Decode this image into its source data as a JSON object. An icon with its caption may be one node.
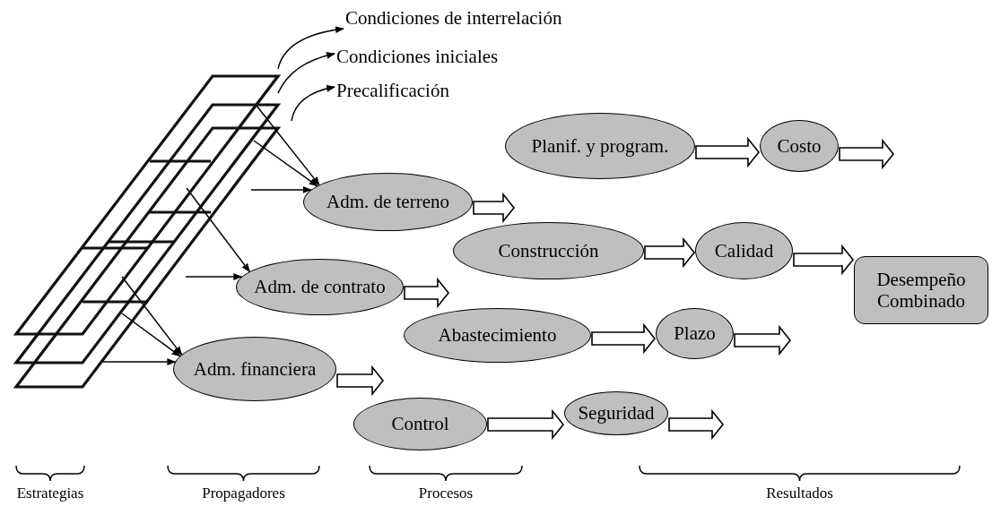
{
  "diagram": {
    "nodes": [
      {
        "text": [],
        "shape": "picture"
      },
      {
        "text": [
          "Condiciones de interrelación"
        ]
      },
      {
        "text": [
          "Condiciones iniciales"
        ]
      },
      {
        "text": [
          "Precalificación"
        ]
      },
      {
        "text": [
          "Planif. y program."
        ]
      },
      {
        "text": [
          "Costo"
        ]
      },
      {
        "text": [
          "Adm. de terreno"
        ]
      },
      {
        "text": [
          "Construcción"
        ]
      },
      {
        "text": [
          "Calidad"
        ]
      },
      {
        "text": [
          "Desempeño Combinado"
        ]
      },
      {
        "text": [
          "Adm. de contrato"
        ]
      },
      {
        "text": [
          "Abastecimiento"
        ]
      },
      {
        "text": [
          "Plazo"
        ]
      },
      {
        "text": [
          "Adm. financiera"
        ]
      },
      {
        "text": [
          "Control"
        ]
      },
      {
        "text": [
          "Seguridad"
        ]
      }
    ],
    "edges": [
      {
        "from": 0,
        "to": 1,
        "arrow": "to"
      },
      {
        "from": 0,
        "to": 2,
        "arrow": "to"
      },
      {
        "from": 0,
        "to": 3,
        "arrow": "to"
      },
      {
        "from": 0,
        "to": 6,
        "arrow": "to"
      },
      {
        "from": 0,
        "to": 6,
        "arrow": "to"
      },
      {
        "from": 0,
        "to": 6,
        "arrow": "to"
      },
      {
        "from": 0,
        "to": 10,
        "arrow": "to"
      },
      {
        "from": 0,
        "to": 10,
        "arrow": "to"
      },
      {
        "from": 0,
        "to": 13,
        "arrow": "to"
      },
      {
        "from": 0,
        "to": 13,
        "arrow": "to"
      },
      {
        "from": 0,
        "to": 13,
        "arrow": "to"
      },
      {
        "from": 4,
        "to": 5,
        "arrow": "to",
        "style": "thick"
      },
      {
        "from": 5,
        "to": null,
        "arrow": "to",
        "style": "thick"
      },
      {
        "from": 6,
        "to": null,
        "arrow": "to",
        "style": "thick"
      },
      {
        "from": 7,
        "to": 8,
        "arrow": "to",
        "style": "thick"
      },
      {
        "from": 8,
        "to": 9,
        "arrow": "to",
        "style": "thick"
      },
      {
        "from": 10,
        "to": null,
        "arrow": "to",
        "style": "thick"
      },
      {
        "from": 11,
        "to": 12,
        "arrow": "to",
        "style": "thick"
      },
      {
        "from": 12,
        "to": null,
        "arrow": "to",
        "style": "thick"
      },
      {
        "from": 13,
        "to": null,
        "arrow": "to",
        "style": "thick"
      },
      {
        "from": 14,
        "to": 15,
        "arrow": "to",
        "style": "thick"
      },
      {
        "from": 15,
        "to": null,
        "arrow": "to",
        "style": "thick"
      }
    ],
    "labels": [
      "Estrategias",
      "Propagadores",
      "Procesos",
      "Resultados"
    ]
  }
}
